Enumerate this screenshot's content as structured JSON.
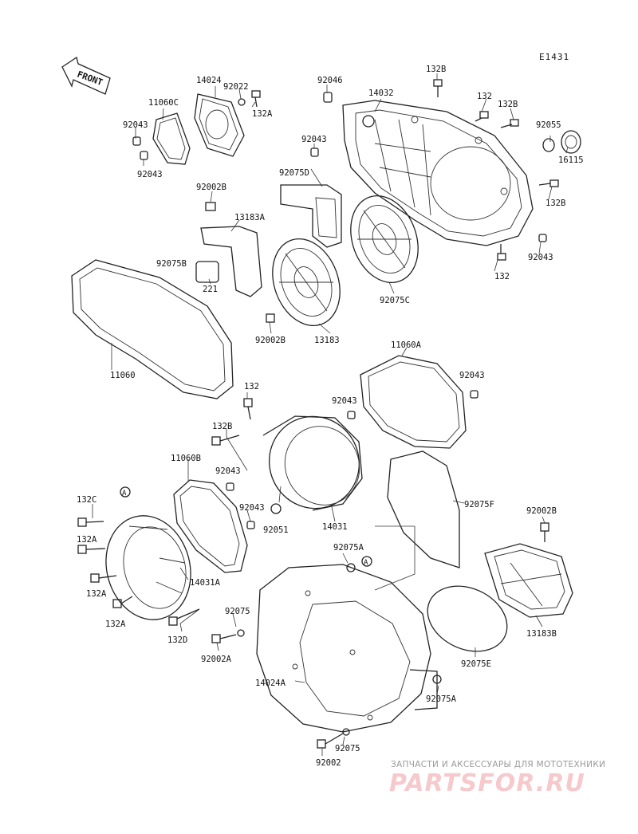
{
  "diagram_code": "E1431",
  "front_label": "FRONT",
  "watermark": {
    "line1": "ЗАПЧАСТИ И АКСЕССУАРЫ ДЛЯ МОТОТЕХНИКИ",
    "line2": "PARTSFOR.RU"
  },
  "callouts": [
    "14024",
    "92022",
    "11060C",
    "132A",
    "92043",
    "92043",
    "92046",
    "14032",
    "132B",
    "132",
    "132B",
    "92055",
    "16115",
    "92043",
    "92075D",
    "132B",
    "92043",
    "132",
    "92002B",
    "13183A",
    "92075B",
    "221",
    "11060",
    "92002B",
    "13183",
    "92075C",
    "11060A",
    "92043",
    "92043",
    "132",
    "132B",
    "11060B",
    "92043",
    "92043",
    "92051",
    "14031",
    "92075F",
    "132C",
    "132A",
    "132A",
    "132A",
    "14031A",
    "132D",
    "92075A",
    "92075",
    "92002A",
    "14024A",
    "92075A",
    "92075",
    "92002",
    "92002B",
    "13183B",
    "92075E"
  ],
  "ref_markers": [
    "A",
    "A"
  ]
}
